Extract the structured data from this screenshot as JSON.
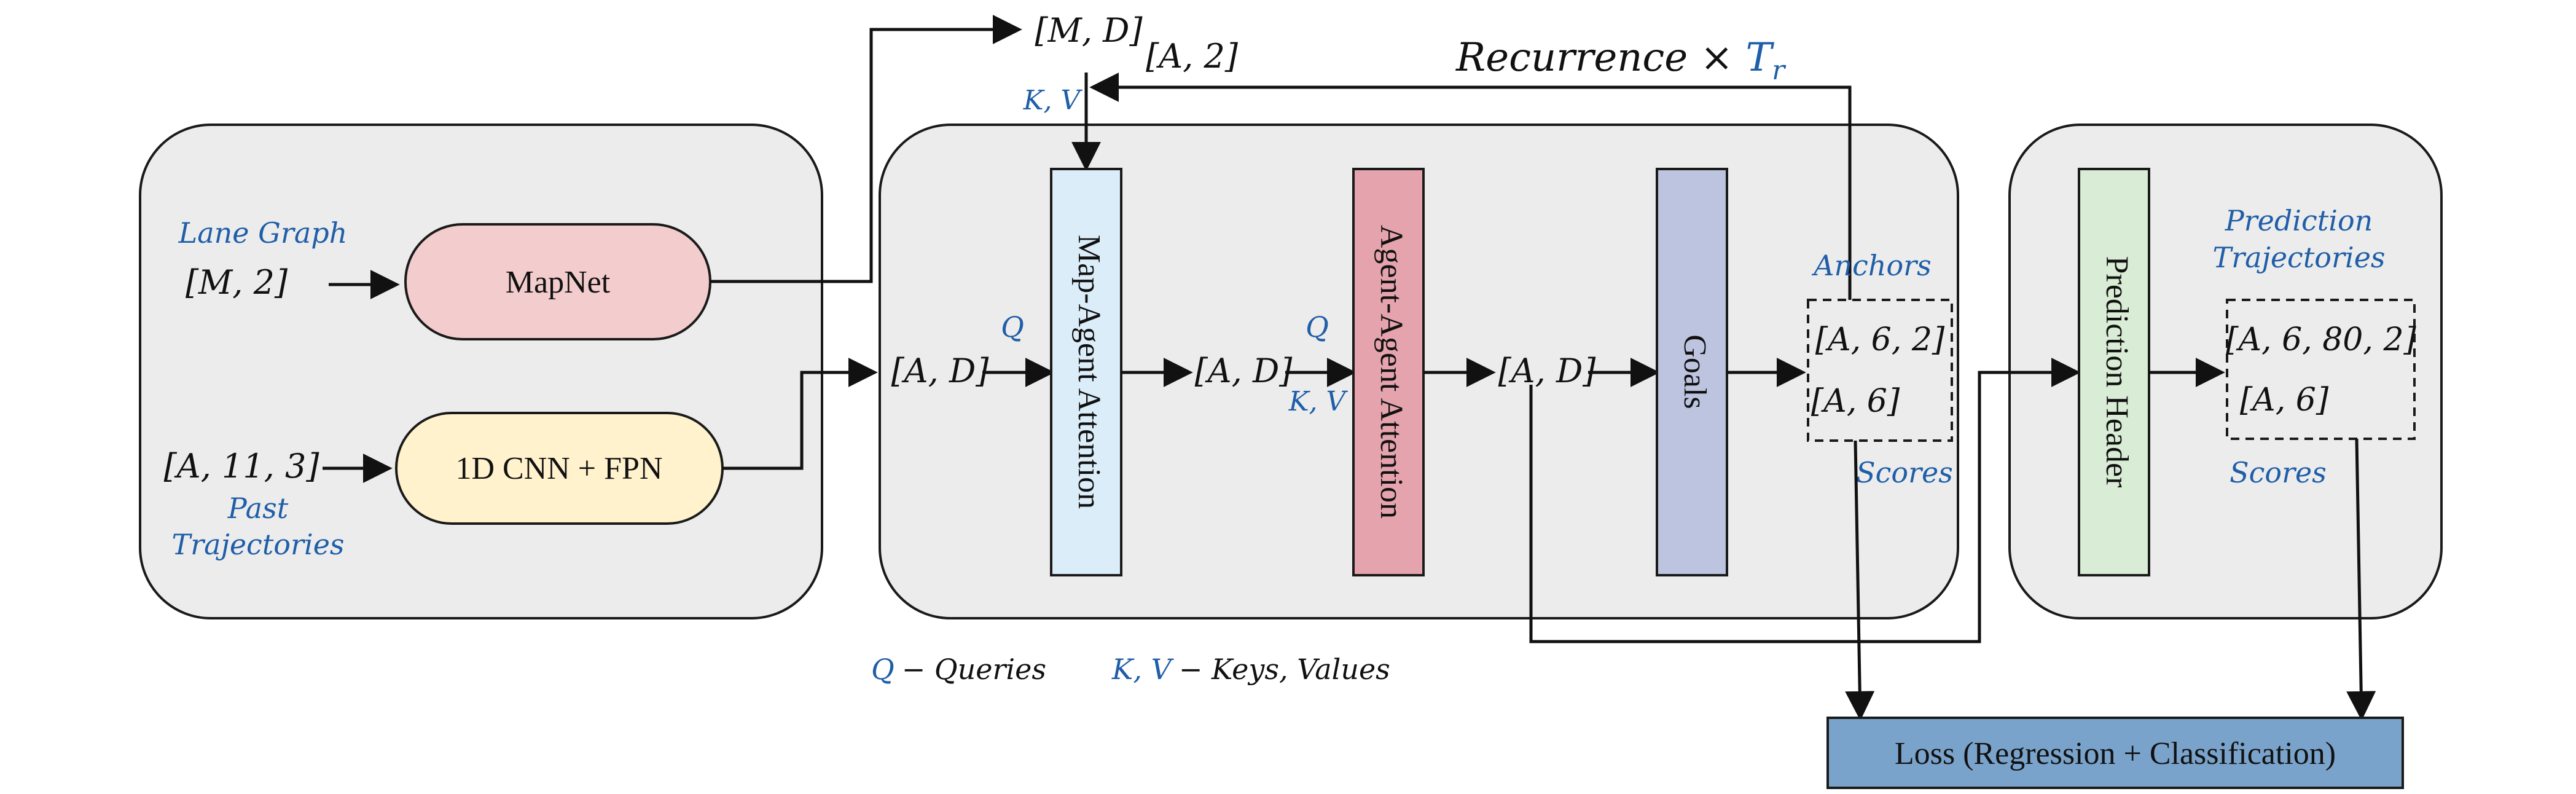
{
  "colors": {
    "panel_fill": "#ececec",
    "stroke": "#1a1a1a",
    "accent_blue": "#1f5ea8",
    "mapnet_fill": "#f3cccd",
    "cnn_fill": "#fff2cc",
    "map_agent_fill": "#dcedfa",
    "agent_agent_fill": "#e5a3ad",
    "goals_fill": "#bcc4e0",
    "prediction_header_fill": "#d9ecd5",
    "loss_fill": "#7aa3cb"
  },
  "encoder": {
    "lane_graph_label": "Lane Graph",
    "lane_graph_shape": "[M, 2]",
    "mapnet_label": "MapNet",
    "past_shape": "[A, 11, 3]",
    "past_label_line1": "Past",
    "past_label_line2": "Trajectories",
    "cnn_label": "1D CNN + FPN"
  },
  "interaction": {
    "md_shape": "[M, D]",
    "a2_shape": "[A, 2]",
    "recurrence_label": "Recurrence × ",
    "recurrence_symbol": "T",
    "recurrence_subscript": "r",
    "kv_top_label": "K, V",
    "q1_label": "Q",
    "ad1_shape": "[A, D]",
    "map_agent_label": "Map-Agent  Attention",
    "ad2_shape": "[A, D]",
    "q2_label": "Q",
    "kv2_label": "K, V",
    "agent_agent_label": "Agent-Agent  Attention",
    "ad3_shape": "[A, D]",
    "goals_label": "Goals",
    "anchors_label": "Anchors",
    "anchors_shape": "[A, 6, 2]",
    "scores_shape": "[A, 6]",
    "scores_label": "Scores"
  },
  "decoder": {
    "prediction_header_label": "Prediction Header",
    "pred_traj_line1": "Prediction",
    "pred_traj_line2": "Trajectories",
    "pred_shape": "[A, 6, 80, 2]",
    "pred_scores_shape": "[A, 6]",
    "scores_label": "Scores"
  },
  "legend": {
    "q_symbol": "Q",
    "q_text": "− Queries",
    "kv_symbol": "K, V",
    "kv_text": "− Keys, Values"
  },
  "loss": {
    "label": "Loss (Regression + Classification)"
  }
}
